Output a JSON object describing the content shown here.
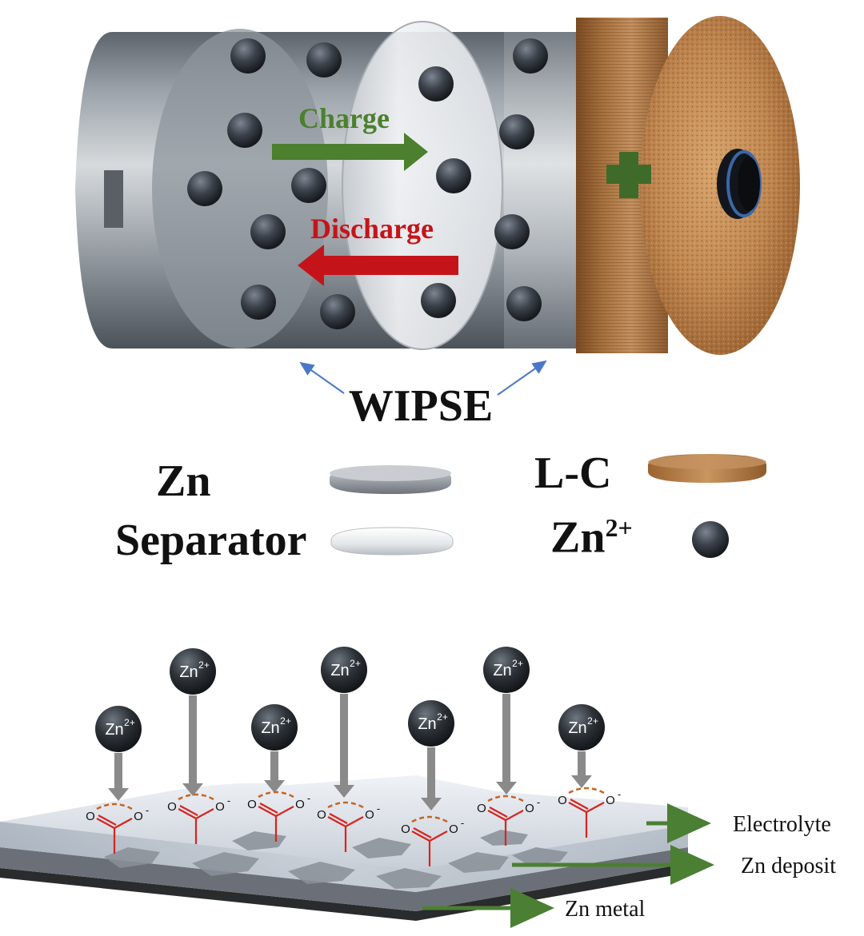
{
  "battery": {
    "charge_label": "Charge",
    "discharge_label": "Discharge",
    "wipse_label": "WIPSE",
    "colors": {
      "charge": "#4c7f2e",
      "discharge": "#c4141a",
      "plus": "#3e6b2a",
      "arrow_blue": "#4a78c8"
    }
  },
  "legend": {
    "zn_label": "Zn",
    "separator_label": "Separator",
    "lc_label": "L-C",
    "zn_ion_base": "Zn",
    "zn_ion_sup": "2+"
  },
  "deposition": {
    "ion_base": "Zn",
    "ion_sup": "2+",
    "carboxylate_o": "O",
    "carboxylate_charge": "-",
    "electrolyte_label": "Electrolyte",
    "zn_deposit_label": "Zn deposit",
    "zn_metal_label": "Zn metal",
    "colors": {
      "label_arrow": "#4b7f33",
      "bond": "#d7241f",
      "dash": "#c8641f",
      "drop_arrow": "#8a8a8a"
    }
  }
}
